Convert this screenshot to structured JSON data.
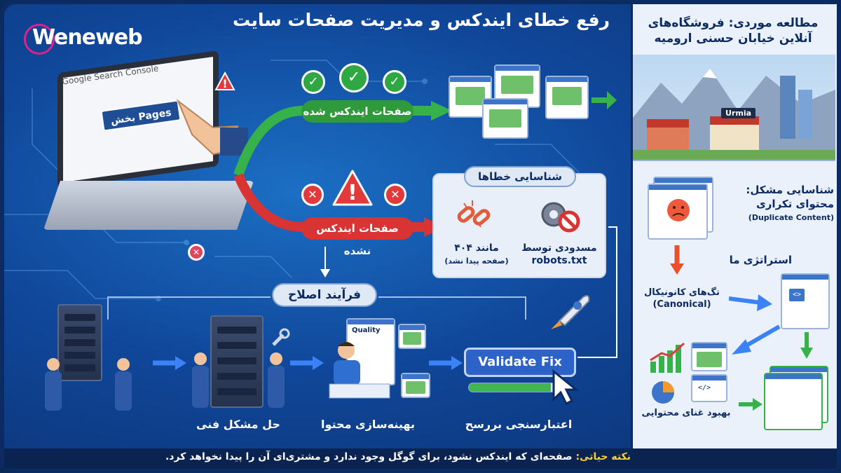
{
  "brand": {
    "logo_text": "Weneweb"
  },
  "title": "رفع خطای ایندکس و مدیریت صفحات سایت",
  "laptop": {
    "screen_label": "Google Search Console",
    "pages_button": "بخش Pages"
  },
  "flow": {
    "indexed_label": "صفحات ایندکس شده",
    "not_indexed_label": "صفحات ایندکس نشده"
  },
  "errors": {
    "title": "شناسایی خطاها",
    "error_404": {
      "line1": "مانند ۴۰۴",
      "line2": "(صفحه پیدا نشد)"
    },
    "robots": {
      "line1": "مسدودی توسط",
      "line2": "robots.txt"
    }
  },
  "process": {
    "title": "فرآیند اصلاح",
    "steps": [
      {
        "label": "حل مشکل فنی"
      },
      {
        "label": "بهینه‌سازی محتوا"
      },
      {
        "label": "اعتبارسنجی بررسح"
      }
    ],
    "quality_tag": "Quality",
    "validate_button": "Validate Fix",
    "progress": 0.85
  },
  "case_study": {
    "title_line1": "مطالعه موردی: فروشگاه‌های",
    "title_line2": "آنلاین خیابان حسنی ارومیه",
    "city_sign": "Urmia",
    "problem_line1": "شناسایی مشکل:",
    "problem_line2": "محتوای تکراری",
    "problem_line3": "(Duplicate Content)",
    "strategy": "استراتژی ما",
    "canonical_line1": "تگ‌های کانونیکال",
    "canonical_line2": "(Canonical)",
    "content_enrich": "بهبود غنای محتوایی"
  },
  "footer": {
    "key": "نکته حیاتی:",
    "text": " صفحه‌ای که ایندکس نشود، برای گوگل وجود ندارد و مشتری‌ای آن را پیدا نخواهد کرد."
  },
  "colors": {
    "background": "#1b6fc4",
    "green": "#2e9a3b",
    "red": "#d83434",
    "navy": "#0d2b63",
    "accent_yellow": "#f6d23a"
  }
}
